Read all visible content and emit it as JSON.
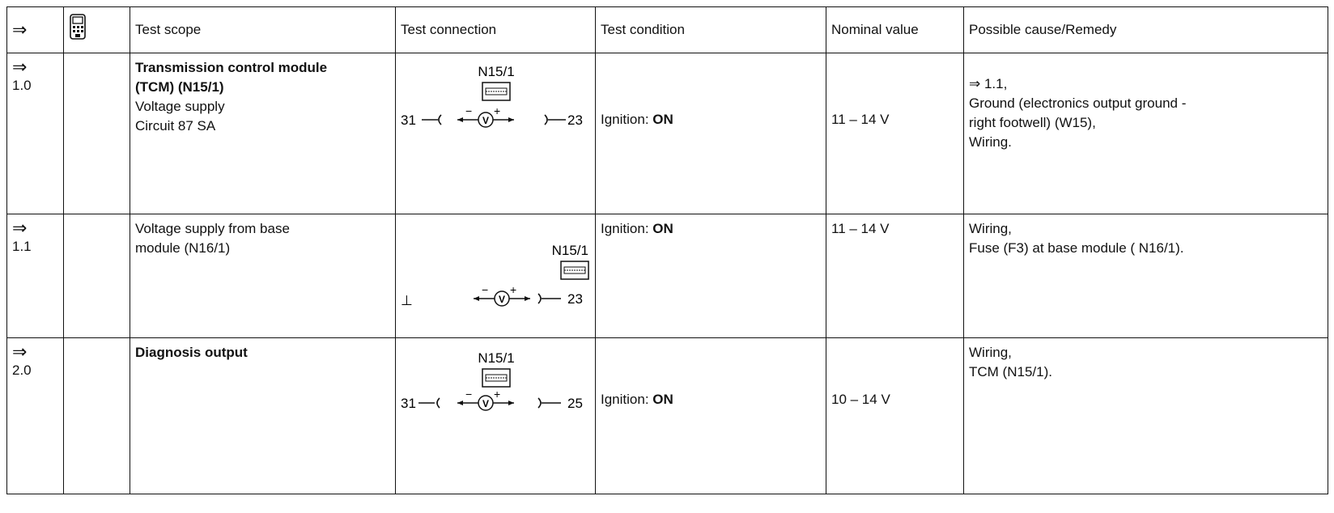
{
  "header": {
    "arrow": "⇒",
    "tester_icon": "tester-icon",
    "scope": "Test scope",
    "connection": "Test connection",
    "condition": "Test condition",
    "nominal": "Nominal value",
    "cause": "Possible cause/Remedy"
  },
  "rows": [
    {
      "arrow": "⇒",
      "step": "1.0",
      "scope_lines": [
        "Transmission control module",
        "(TCM) (N15/1)",
        "Voltage supply",
        "Circuit 87 SA"
      ],
      "conn_module": "N15/1",
      "conn_left": "31",
      "conn_right": "23",
      "cond_label": "Ignition:",
      "cond_value": "ON",
      "nominal": "11 – 14 V",
      "cause_lines": [
        "⇒ 1.1,",
        "Ground (electronics output ground -",
        "right footwell) (W15),",
        "Wiring."
      ]
    },
    {
      "arrow": "⇒",
      "step": "1.1",
      "scope_lines": [
        "Voltage supply from base",
        "module (N16/1)"
      ],
      "conn_module": "N15/1",
      "conn_left": "⊥",
      "conn_right": "23",
      "cond_label": "Ignition:",
      "cond_value": "ON",
      "nominal": "11 – 14 V",
      "cause_lines": [
        "Wiring,",
        "Fuse (F3) at base module ( N16/1)."
      ]
    },
    {
      "arrow": "⇒",
      "step": "2.0",
      "scope_lines": [
        "Diagnosis output"
      ],
      "conn_module": "N15/1",
      "conn_left": "31",
      "conn_right": "25",
      "cond_label": "Ignition:",
      "cond_value": "ON",
      "nominal": "10 – 14 V",
      "cause_lines": [
        "Wiring,",
        "TCM (N15/1)."
      ]
    }
  ]
}
